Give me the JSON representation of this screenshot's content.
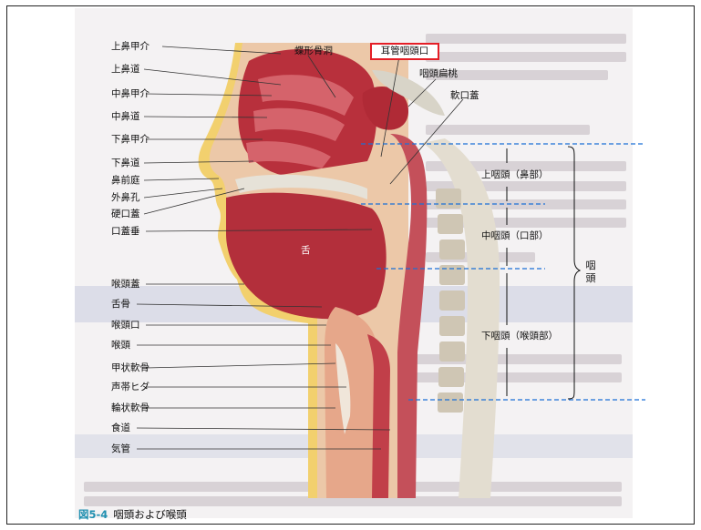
{
  "left_labels": [
    "上鼻甲介",
    "上鼻道",
    "中鼻甲介",
    "中鼻道",
    "下鼻甲介",
    "下鼻道",
    "鼻前庭",
    "外鼻孔",
    "硬口蓋",
    "口蓋垂",
    "喉頭蓋",
    "舌骨",
    "喉頭口",
    "喉頭",
    "甲状軟骨",
    "声帯ヒダ",
    "輪状軟骨",
    "食道",
    "気管"
  ],
  "top_labels": {
    "sphenoid_sinus": "蝶形骨洞",
    "eustachian_opening": "耳管咽頭口",
    "pharyngeal_tonsil": "咽頭扁桃",
    "soft_palate": "軟口蓋"
  },
  "tongue_label": "舌",
  "regions": {
    "upper": "上咽頭（鼻部）",
    "middle": "中咽頭（口部）",
    "lower": "下咽頭（喉頭部）",
    "pharynx": "咽頭"
  },
  "caption": {
    "figure": "図5-4",
    "title": "咽頭および喉頭"
  },
  "colors": {
    "highlight_box": "#e41e26",
    "caption_figure": "#1f8fb0",
    "guide_lines": "#1a6fd6",
    "muscle": "#c8404c"
  }
}
